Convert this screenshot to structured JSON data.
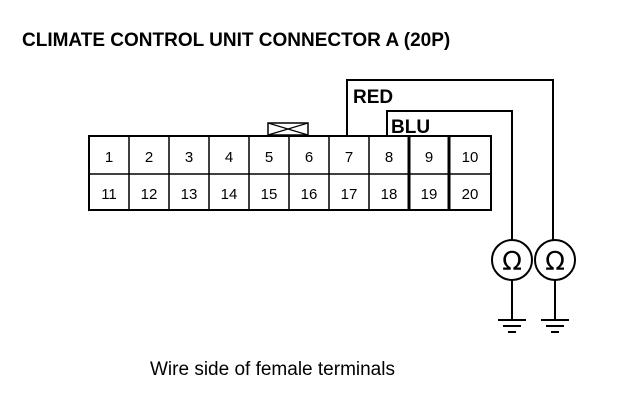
{
  "title": "CLIMATE CONTROL UNIT CONNECTOR A (20P)",
  "caption": "Wire side of female terminals",
  "connector": {
    "row1": [
      "1",
      "2",
      "3",
      "4",
      "5",
      "6",
      "7",
      "8",
      "9",
      "10"
    ],
    "row2": [
      "11",
      "12",
      "13",
      "14",
      "15",
      "16",
      "17",
      "18",
      "19",
      "20"
    ]
  },
  "wires": {
    "red_label": "RED",
    "blu_label": "BLU"
  },
  "meter_symbol": "Ω",
  "colors": {
    "line": "#000000",
    "background": "#ffffff"
  },
  "icons": [
    "ohmmeter-icon",
    "ground-icon",
    "connector-lock-icon"
  ]
}
